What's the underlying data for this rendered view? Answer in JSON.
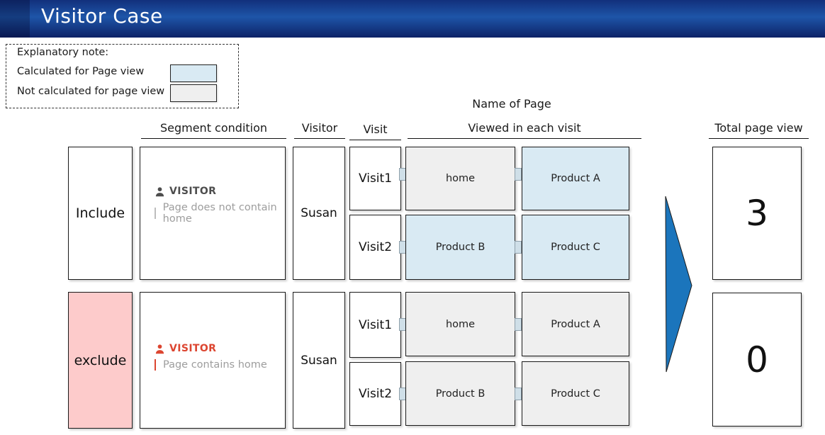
{
  "header": {
    "title": "Visitor Case"
  },
  "legend": {
    "title": "Explanatory note:",
    "items": [
      {
        "label": "Calculated for Page view",
        "color": "#d9eaf3"
      },
      {
        "label": "Not calculated for page view",
        "color": "#efefef"
      }
    ]
  },
  "columns": {
    "segment_condition": "Segment condition",
    "visitor": "Visitor",
    "visit": "Visit",
    "name_of_page": "Name of Page",
    "viewed_in_each_visit": "Viewed in each visit",
    "total_page_view": "Total page view"
  },
  "rows": [
    {
      "mode": "Include",
      "segment": {
        "entity": "VISITOR",
        "condition": "Page does not contain home"
      },
      "visitor": "Susan",
      "visits": [
        {
          "label": "Visit1",
          "pages": [
            {
              "name": "home",
              "calculated": false
            },
            {
              "name": "Product A",
              "calculated": true
            }
          ]
        },
        {
          "label": "Visit2",
          "pages": [
            {
              "name": "Product B",
              "calculated": true
            },
            {
              "name": "Product C",
              "calculated": true
            }
          ]
        }
      ],
      "total": "3"
    },
    {
      "mode": "exclude",
      "segment": {
        "entity": "VISITOR",
        "condition": "Page contains home"
      },
      "visitor": "Susan",
      "visits": [
        {
          "label": "Visit1",
          "pages": [
            {
              "name": "home",
              "calculated": false
            },
            {
              "name": "Product A",
              "calculated": false
            }
          ]
        },
        {
          "label": "Visit2",
          "pages": [
            {
              "name": "Product B",
              "calculated": false
            },
            {
              "name": "Product C",
              "calculated": false
            }
          ]
        }
      ],
      "total": "0"
    }
  ],
  "colors": {
    "calculated": "#d9eaf3",
    "not_calculated": "#efefef",
    "exclude_bg": "#fdcbcb",
    "exclude_accent": "#dc4530",
    "arrow": "#1b75bc",
    "header_bar": "#1e55a8"
  }
}
